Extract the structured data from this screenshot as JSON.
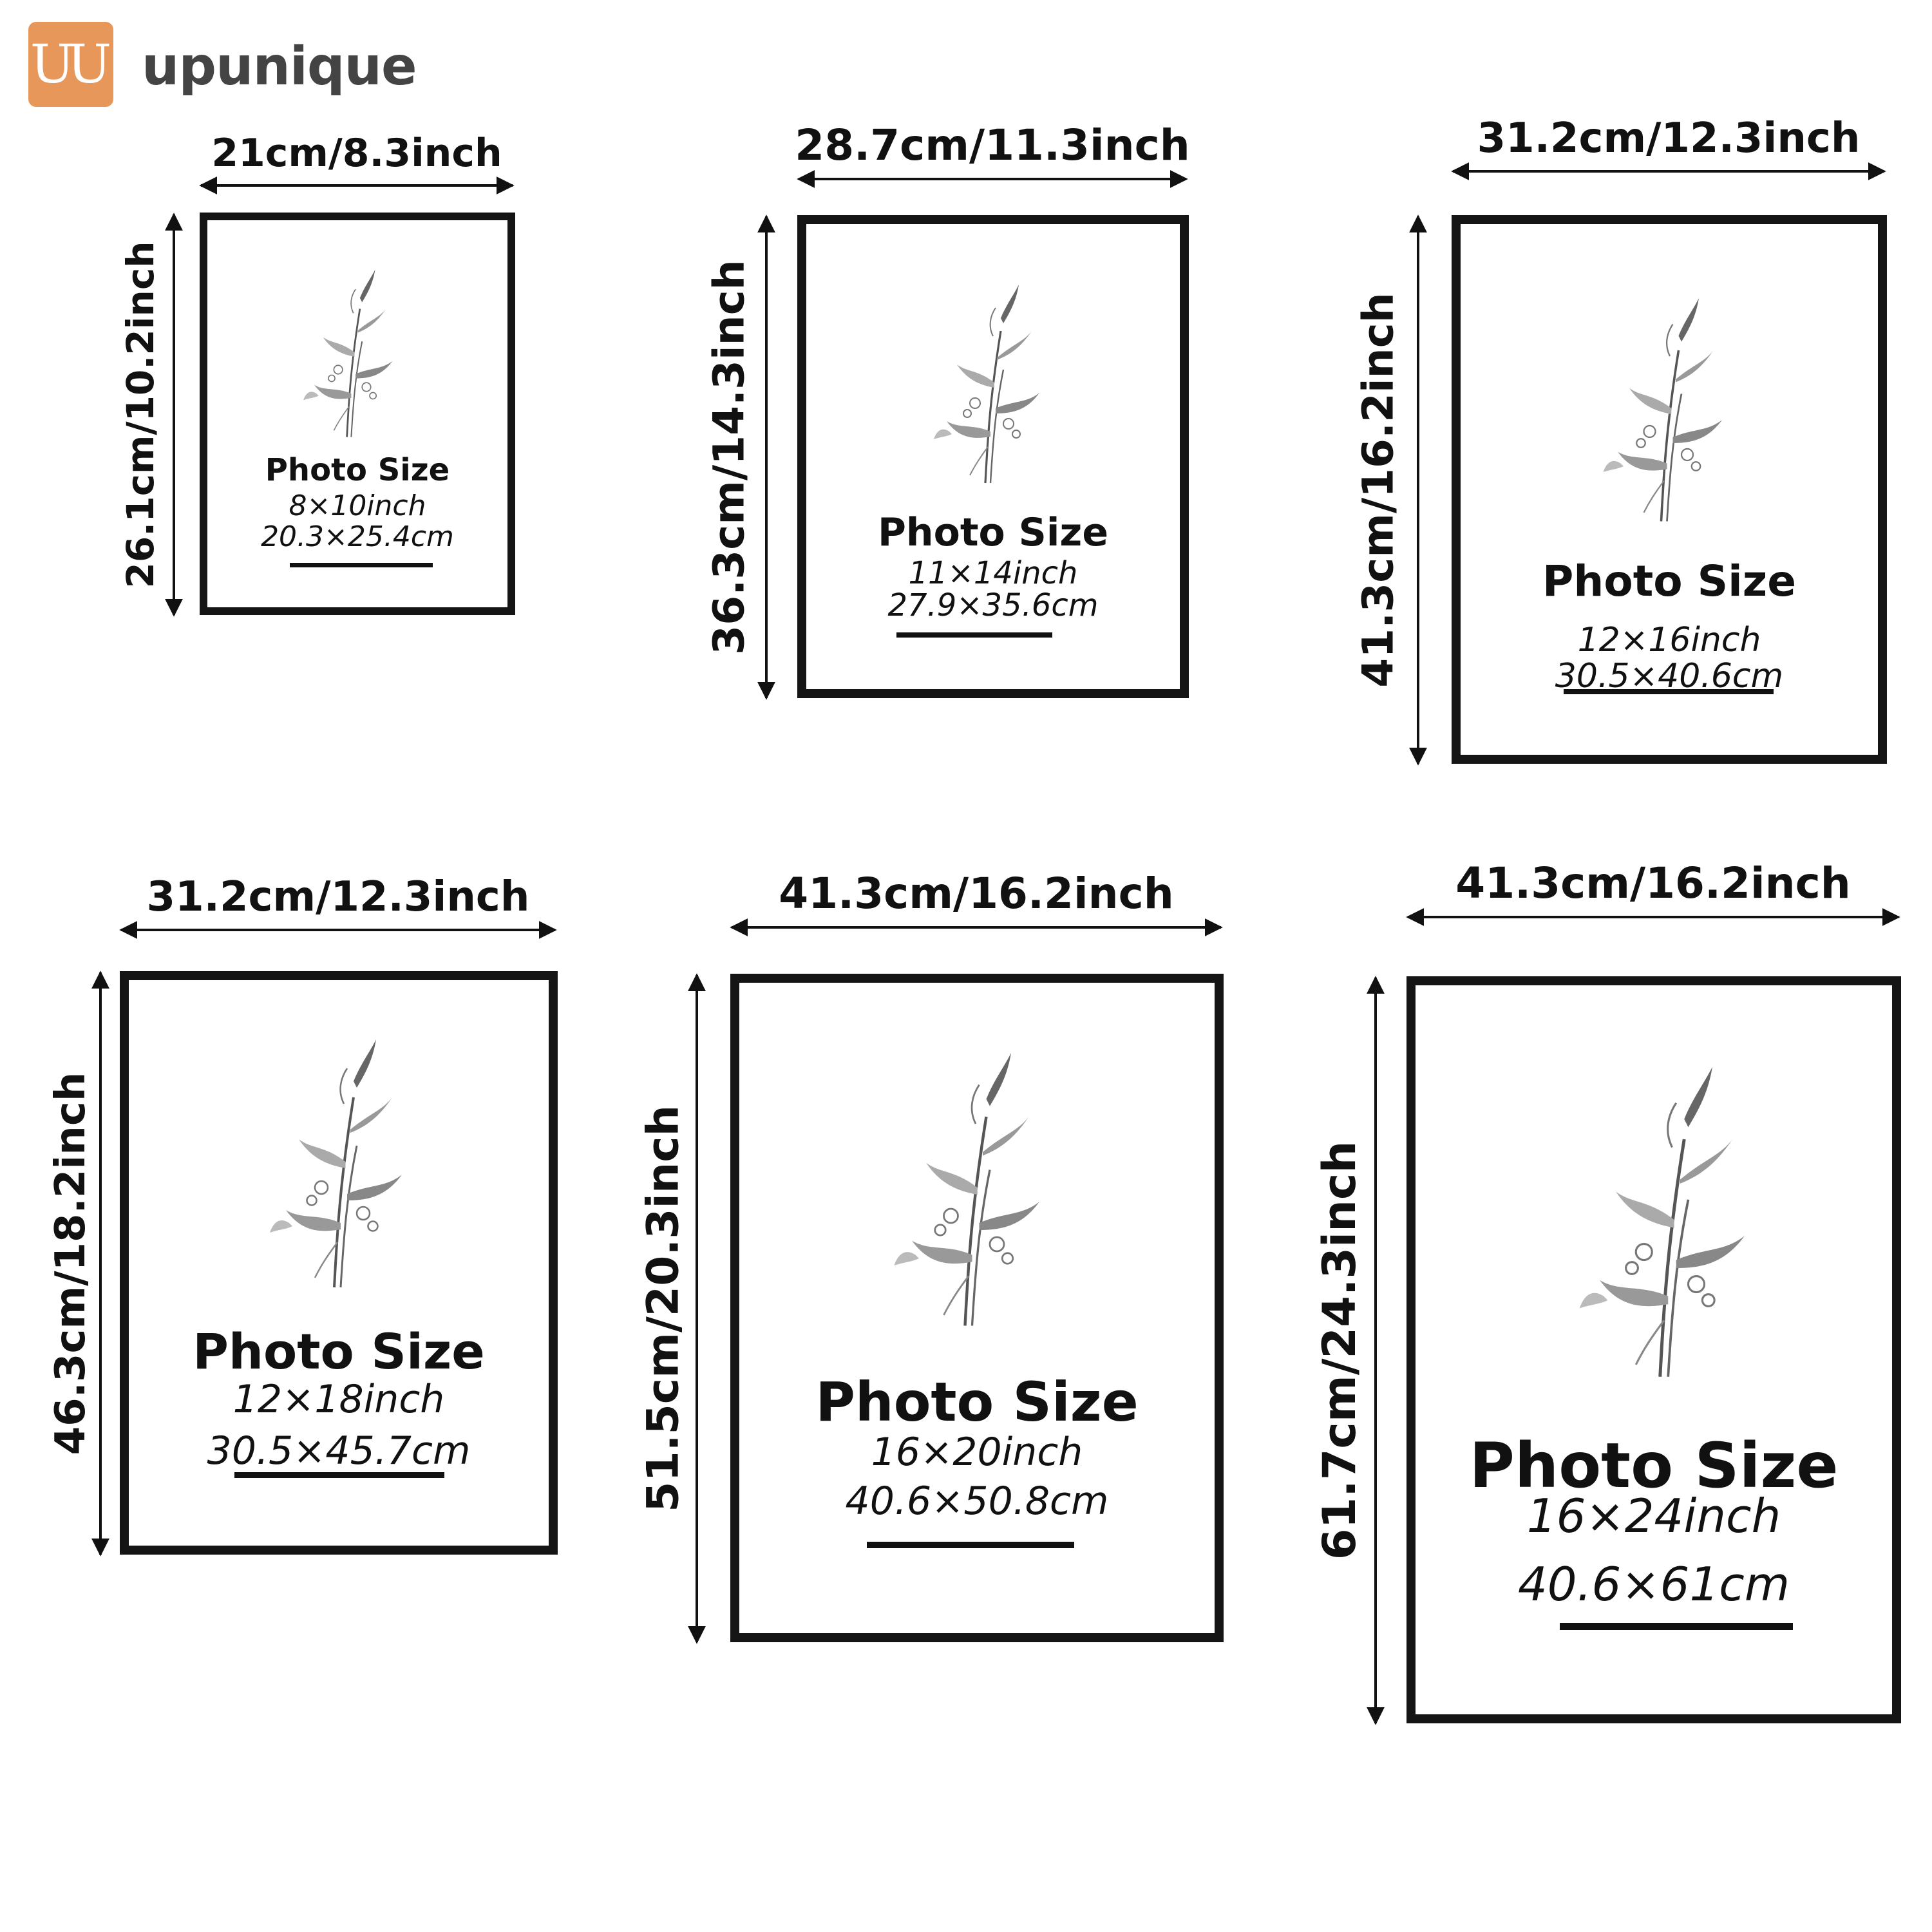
{
  "brand": {
    "logo_text": "UU",
    "name": "upunique"
  },
  "frames": [
    {
      "width_label": "21cm/8.3inch",
      "height_label": "26.1cm/10.2inch",
      "photo_label": "Photo Size",
      "photo_inch": "8×10inch",
      "photo_cm": "20.3×25.4cm"
    },
    {
      "width_label": "28.7cm/11.3inch",
      "height_label": "36.3cm/14.3inch",
      "photo_label": "Photo Size",
      "photo_inch": "11×14inch",
      "photo_cm": "27.9×35.6cm"
    },
    {
      "width_label": "31.2cm/12.3inch",
      "height_label": "41.3cm/16.2inch",
      "photo_label": "Photo Size",
      "photo_inch": "12×16inch",
      "photo_cm": "30.5×40.6cm"
    },
    {
      "width_label": "31.2cm/12.3inch",
      "height_label": "46.3cm/18.2inch",
      "photo_label": "Photo Size",
      "photo_inch": "12×18inch",
      "photo_cm": "30.5×45.7cm"
    },
    {
      "width_label": "41.3cm/16.2inch",
      "height_label": "51.5cm/20.3inch",
      "photo_label": "Photo Size",
      "photo_inch": "16×20inch",
      "photo_cm": "40.6×50.8cm"
    },
    {
      "width_label": "41.3cm/16.2inch",
      "height_label": "61.7cm/24.3inch",
      "photo_label": "Photo Size",
      "photo_inch": "16×24inch",
      "photo_cm": "40.6×61cm"
    }
  ]
}
